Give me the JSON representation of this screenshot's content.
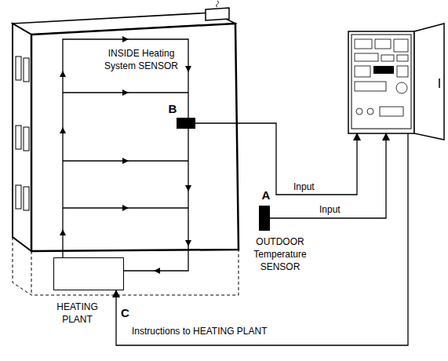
{
  "diagram": {
    "nodes": [
      {
        "text": [
          "B",
          "INSIDE Heating System SENSOR"
        ]
      },
      {
        "text": [
          "A",
          "OUTDOOR Temperature SENSOR"
        ]
      },
      {
        "text": [
          "HEATING PLANT"
        ]
      },
      {
        "text": []
      }
    ],
    "edges": [
      {
        "from": 0,
        "to": 3,
        "arrow": "to",
        "label": "Input"
      },
      {
        "from": 1,
        "to": 3,
        "arrow": "to",
        "label": "Input"
      },
      {
        "from": 3,
        "to": 2,
        "arrow": "to",
        "label": "Instructions to HEATING PLANT"
      }
    ],
    "labels": [
      "C"
    ]
  }
}
